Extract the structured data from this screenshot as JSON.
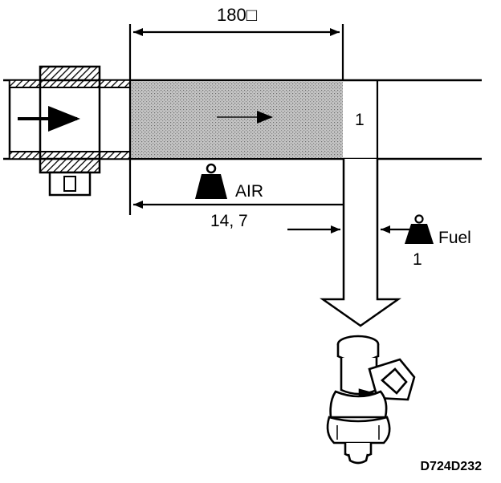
{
  "labels": {
    "length": "180□",
    "volume_fuel_side": "1",
    "air": "AIR",
    "air_ratio": "14, 7",
    "fuel": "Fuel",
    "fuel_ratio": "1",
    "figure_code": "D724D232"
  },
  "icons": {
    "air_weight": "weight-icon",
    "fuel_weight": "weight-icon",
    "air_sensor": "airflow-sensor-icon",
    "injector": "fuel-injector-icon"
  },
  "colors": {
    "ink": "#000000",
    "shaded_air": "#bdbdbd",
    "background": "#ffffff"
  }
}
